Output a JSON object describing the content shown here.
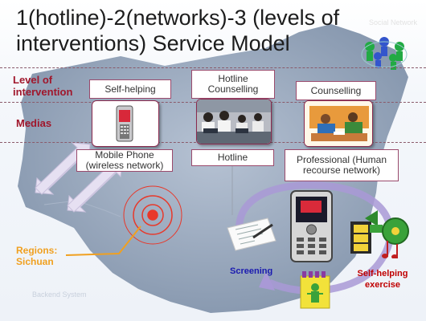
{
  "slide": {
    "title_line1": "1(hotline)-2(networks)-3 (levels of",
    "title_line2": "interventions) Service Model",
    "brand_text": "Social Network"
  },
  "rows": {
    "level_label": "Level of intervention",
    "medias_label": "Medias"
  },
  "levels": {
    "self_helping": "Self-helping",
    "hotline_counselling": "Hotline Counselling",
    "counselling": "Counselling"
  },
  "medias": {
    "mobile_phone": "Mobile Phone (wireless network)",
    "hotline": "Hotline",
    "professional": "Professional (Human recourse network)"
  },
  "regions_label": "Regions: Sichuan",
  "backend_label": "Backend System",
  "cycle": {
    "screening": "Screening",
    "self_helping_exercise": "Self-helping exercise"
  },
  "colors": {
    "label_red": "#a0172c",
    "region_orange": "#f0a020",
    "screening_blue": "#1a1ab0",
    "exercise_red": "#c00000",
    "map_fill": "#8e9fb6"
  }
}
